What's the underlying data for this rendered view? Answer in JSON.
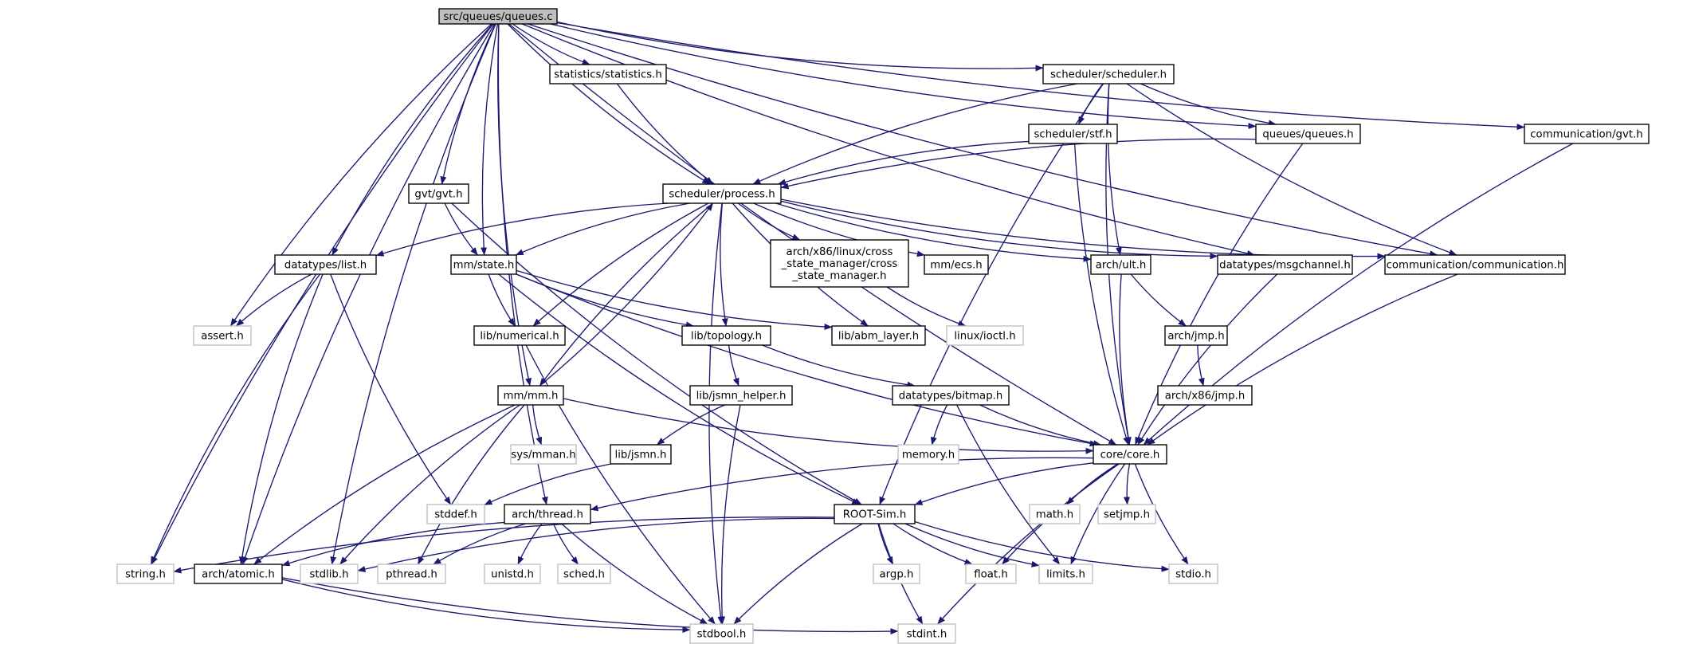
{
  "colors": {
    "edge": "#191970",
    "node_border": "#000000",
    "system_border": "#bfbfbf",
    "root_fill": "#bfbfbf",
    "node_fill": "#ffffff"
  },
  "nodes": [
    {
      "id": "queues_c",
      "label": "src/queues/queues.c",
      "kind": "root"
    },
    {
      "id": "stats",
      "label": "statistics/statistics.h",
      "kind": "local"
    },
    {
      "id": "sched",
      "label": "scheduler/scheduler.h",
      "kind": "local"
    },
    {
      "id": "gvt_comm",
      "label": "communication/gvt.h",
      "kind": "local"
    },
    {
      "id": "stf",
      "label": "scheduler/stf.h",
      "kind": "local"
    },
    {
      "id": "queues_h",
      "label": "queues/queues.h",
      "kind": "local"
    },
    {
      "id": "gvt_gvt",
      "label": "gvt/gvt.h",
      "kind": "local"
    },
    {
      "id": "process",
      "label": "scheduler/process.h",
      "kind": "local"
    },
    {
      "id": "list",
      "label": "datatypes/list.h",
      "kind": "local"
    },
    {
      "id": "state",
      "label": "mm/state.h",
      "kind": "local"
    },
    {
      "id": "csm",
      "label": [
        "arch/x86/linux/cross",
        "_state_manager/cross",
        "_state_manager.h"
      ],
      "kind": "local"
    },
    {
      "id": "ecs",
      "label": "mm/ecs.h",
      "kind": "local"
    },
    {
      "id": "ult",
      "label": "arch/ult.h",
      "kind": "local"
    },
    {
      "id": "msgch",
      "label": "datatypes/msgchannel.h",
      "kind": "local"
    },
    {
      "id": "comm",
      "label": "communication/communication.h",
      "kind": "local"
    },
    {
      "id": "assert",
      "label": "assert.h",
      "kind": "system"
    },
    {
      "id": "numerical",
      "label": "lib/numerical.h",
      "kind": "local"
    },
    {
      "id": "topology",
      "label": "lib/topology.h",
      "kind": "local"
    },
    {
      "id": "abm",
      "label": "lib/abm_layer.h",
      "kind": "local"
    },
    {
      "id": "ioctl",
      "label": "linux/ioctl.h",
      "kind": "system"
    },
    {
      "id": "jmp",
      "label": "arch/jmp.h",
      "kind": "local"
    },
    {
      "id": "jmp86",
      "label": "arch/x86/jmp.h",
      "kind": "local"
    },
    {
      "id": "jsmnh",
      "label": "lib/jsmn_helper.h",
      "kind": "local"
    },
    {
      "id": "bitmap",
      "label": "datatypes/bitmap.h",
      "kind": "local"
    },
    {
      "id": "mm",
      "label": "mm/mm.h",
      "kind": "local"
    },
    {
      "id": "mman",
      "label": "sys/mman.h",
      "kind": "system"
    },
    {
      "id": "jsmn",
      "label": "lib/jsmn.h",
      "kind": "local"
    },
    {
      "id": "memory",
      "label": "memory.h",
      "kind": "system"
    },
    {
      "id": "core",
      "label": "core/core.h",
      "kind": "local"
    },
    {
      "id": "stddef",
      "label": "stddef.h",
      "kind": "system"
    },
    {
      "id": "thread",
      "label": "arch/thread.h",
      "kind": "local"
    },
    {
      "id": "rootsim",
      "label": "ROOT-Sim.h",
      "kind": "local"
    },
    {
      "id": "math",
      "label": "math.h",
      "kind": "system"
    },
    {
      "id": "setjmp",
      "label": "setjmp.h",
      "kind": "system"
    },
    {
      "id": "string",
      "label": "string.h",
      "kind": "system"
    },
    {
      "id": "atomic",
      "label": "arch/atomic.h",
      "kind": "local"
    },
    {
      "id": "stdlib",
      "label": "stdlib.h",
      "kind": "system"
    },
    {
      "id": "pthread",
      "label": "pthread.h",
      "kind": "system"
    },
    {
      "id": "unistd",
      "label": "unistd.h",
      "kind": "system"
    },
    {
      "id": "schedh",
      "label": "sched.h",
      "kind": "system"
    },
    {
      "id": "argp",
      "label": "argp.h",
      "kind": "system"
    },
    {
      "id": "float",
      "label": "float.h",
      "kind": "system"
    },
    {
      "id": "limits",
      "label": "limits.h",
      "kind": "system"
    },
    {
      "id": "stdio",
      "label": "stdio.h",
      "kind": "system"
    },
    {
      "id": "stdbool",
      "label": "stdbool.h",
      "kind": "system"
    },
    {
      "id": "stdint",
      "label": "stdint.h",
      "kind": "system"
    }
  ],
  "edges": [
    [
      "queues_c",
      "stats"
    ],
    [
      "queues_c",
      "sched"
    ],
    [
      "queues_c",
      "gvt_comm"
    ],
    [
      "queues_c",
      "queues_h"
    ],
    [
      "queues_c",
      "gvt_gvt"
    ],
    [
      "queues_c",
      "process"
    ],
    [
      "queues_c",
      "list"
    ],
    [
      "queues_c",
      "state"
    ],
    [
      "queues_c",
      "msgch"
    ],
    [
      "queues_c",
      "comm"
    ],
    [
      "queues_c",
      "assert"
    ],
    [
      "queues_c",
      "mm"
    ],
    [
      "queues_c",
      "core"
    ],
    [
      "queues_c",
      "thread"
    ],
    [
      "queues_c",
      "string"
    ],
    [
      "queues_c",
      "atomic"
    ],
    [
      "queues_c",
      "stdlib"
    ],
    [
      "stats",
      "process"
    ],
    [
      "sched",
      "process"
    ],
    [
      "sched",
      "stf"
    ],
    [
      "sched",
      "queues_h"
    ],
    [
      "sched",
      "ult"
    ],
    [
      "sched",
      "comm"
    ],
    [
      "sched",
      "core"
    ],
    [
      "sched",
      "rootsim"
    ],
    [
      "stf",
      "process"
    ],
    [
      "stf",
      "core"
    ],
    [
      "queues_h",
      "process"
    ],
    [
      "queues_h",
      "core"
    ],
    [
      "gvt_comm",
      "core"
    ],
    [
      "gvt_gvt",
      "state"
    ],
    [
      "gvt_gvt",
      "rootsim"
    ],
    [
      "process",
      "list"
    ],
    [
      "process",
      "state"
    ],
    [
      "process",
      "csm"
    ],
    [
      "process",
      "ecs"
    ],
    [
      "process",
      "ult"
    ],
    [
      "process",
      "msgch"
    ],
    [
      "process",
      "comm"
    ],
    [
      "process",
      "numerical"
    ],
    [
      "process",
      "topology"
    ],
    [
      "process",
      "abm"
    ],
    [
      "process",
      "mm"
    ],
    [
      "process",
      "stdbool"
    ],
    [
      "list",
      "assert"
    ],
    [
      "list",
      "stddef"
    ],
    [
      "list",
      "string"
    ],
    [
      "list",
      "atomic"
    ],
    [
      "state",
      "numerical"
    ],
    [
      "state",
      "topology"
    ],
    [
      "state",
      "abm"
    ],
    [
      "state",
      "core"
    ],
    [
      "state",
      "rootsim"
    ],
    [
      "csm",
      "ioctl"
    ],
    [
      "ult",
      "jmp"
    ],
    [
      "ult",
      "core"
    ],
    [
      "jmp",
      "jmp86"
    ],
    [
      "msgch",
      "core"
    ],
    [
      "comm",
      "core"
    ],
    [
      "numerical",
      "stdbool"
    ],
    [
      "topology",
      "jsmnh"
    ],
    [
      "topology",
      "bitmap"
    ],
    [
      "jsmnh",
      "jsmn"
    ],
    [
      "jsmnh",
      "stdbool"
    ],
    [
      "jsmn",
      "stddef"
    ],
    [
      "bitmap",
      "memory"
    ],
    [
      "bitmap",
      "core"
    ],
    [
      "bitmap",
      "limits"
    ],
    [
      "mm",
      "process"
    ],
    [
      "mm",
      "mman"
    ],
    [
      "mm",
      "core"
    ],
    [
      "mm",
      "atomic"
    ],
    [
      "mm",
      "stdlib"
    ],
    [
      "mm",
      "pthread"
    ],
    [
      "core",
      "thread"
    ],
    [
      "core",
      "rootsim"
    ],
    [
      "core",
      "math"
    ],
    [
      "core",
      "setjmp"
    ],
    [
      "core",
      "float"
    ],
    [
      "core",
      "limits"
    ],
    [
      "core",
      "stdio"
    ],
    [
      "core",
      "stdint"
    ],
    [
      "thread",
      "atomic"
    ],
    [
      "thread",
      "pthread"
    ],
    [
      "thread",
      "unistd"
    ],
    [
      "thread",
      "schedh"
    ],
    [
      "thread",
      "stdbool"
    ],
    [
      "rootsim",
      "string"
    ],
    [
      "rootsim",
      "stdlib"
    ],
    [
      "rootsim",
      "argp"
    ],
    [
      "rootsim",
      "float"
    ],
    [
      "rootsim",
      "limits"
    ],
    [
      "rootsim",
      "stdio"
    ],
    [
      "rootsim",
      "stdbool"
    ],
    [
      "rootsim",
      "stdint"
    ],
    [
      "atomic",
      "stdbool"
    ],
    [
      "atomic",
      "stdint"
    ]
  ]
}
